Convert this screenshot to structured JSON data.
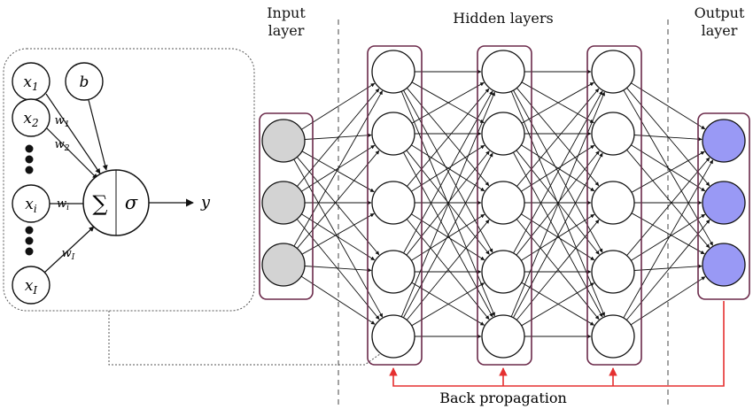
{
  "headers": {
    "input_line1": "Input",
    "input_line2": "layer",
    "hidden": "Hidden layers",
    "output_line1": "Output",
    "output_line2": "layer"
  },
  "backprop_label": "Back propagation",
  "neuron": {
    "x1_base": "x",
    "x1_sub": "1",
    "x2_base": "x",
    "x2_sub": "2",
    "xi_base": "x",
    "xi_sub": "i",
    "xI_base": "x",
    "xI_sub": "I",
    "bias": "b",
    "w1_base": "w",
    "w1_sub": "1",
    "w2_base": "w",
    "w2_sub": "2",
    "wi_base": "w",
    "wi_sub": "i",
    "wI_base": "w",
    "wI_sub": "I",
    "sum_symbol": "∑",
    "activation_symbol": "σ",
    "output": "y"
  },
  "colors": {
    "layer_border": "#6b2a4a",
    "input_fill": "#d3d3d3",
    "output_fill": "#9999f5",
    "hidden_fill": "#ffffff",
    "backprop": "#e53030",
    "edge": "#111111"
  },
  "network": {
    "layer_sizes": [
      3,
      5,
      5,
      5,
      3
    ]
  }
}
